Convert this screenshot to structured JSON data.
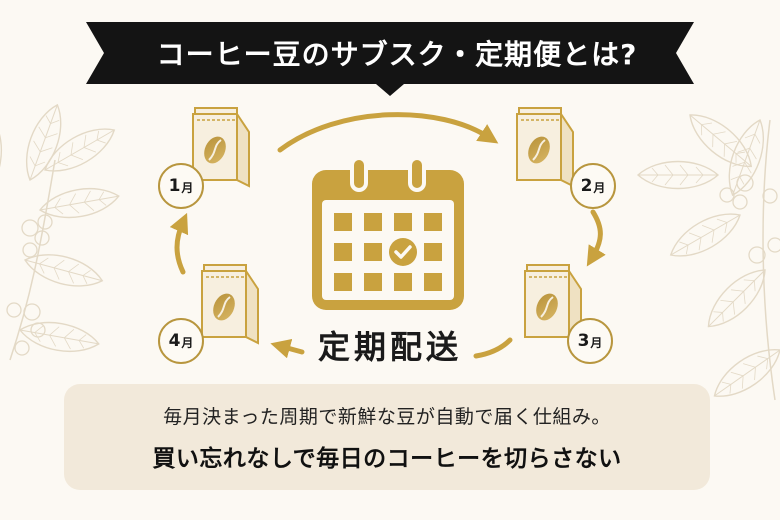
{
  "banner": {
    "title": "コーヒー豆のサブスク・定期便とは?"
  },
  "cycle": {
    "center_label": "定期配送",
    "center_icon": "calendar-check-icon",
    "months": [
      {
        "number": "1",
        "unit": "月",
        "icon": "coffee-bag-icon"
      },
      {
        "number": "2",
        "unit": "月",
        "icon": "coffee-bag-icon"
      },
      {
        "number": "3",
        "unit": "月",
        "icon": "coffee-bag-icon"
      },
      {
        "number": "4",
        "unit": "月",
        "icon": "coffee-bag-icon"
      }
    ]
  },
  "info": {
    "line1": "毎月決まった周期で新鮮な豆が自動で届く仕組み。",
    "line2": "買い忘れなしで毎日のコーヒーを切らさない"
  },
  "colors": {
    "background": "#fcf9f3",
    "gold": "#c9a23f",
    "banner": "#141414",
    "info_box": "#f2e9da",
    "botanical": "#e3d9c6"
  }
}
